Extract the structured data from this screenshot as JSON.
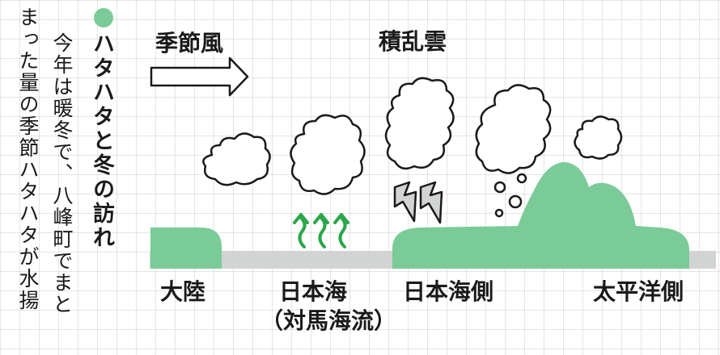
{
  "colors": {
    "accent_green": "#7acb98",
    "ground_gray": "#d2d3d3",
    "arrow_green": "#2aa74a",
    "text": "#1a1a1a"
  },
  "article": {
    "heading": "ハタハタと冬の訪れ",
    "body_col1": "まった量の季節ハタハタが水揚",
    "body_col2": "今年は暖冬で、八峰町でまと"
  },
  "diagram": {
    "wind_label": "季節風",
    "cloud_label": "積乱雲",
    "continent_label": "大陸",
    "sea_label": "日本海",
    "sea_sub_label": "（対馬海流）",
    "japan_sea_side_label": "日本海側",
    "pacific_side_label": "太平洋側"
  },
  "icons": [
    "bullet-dot-icon",
    "wind-arrow-icon",
    "cloud-icon",
    "lightning-icon",
    "rising-vapor-arrow-icon",
    "bubble-icon"
  ]
}
